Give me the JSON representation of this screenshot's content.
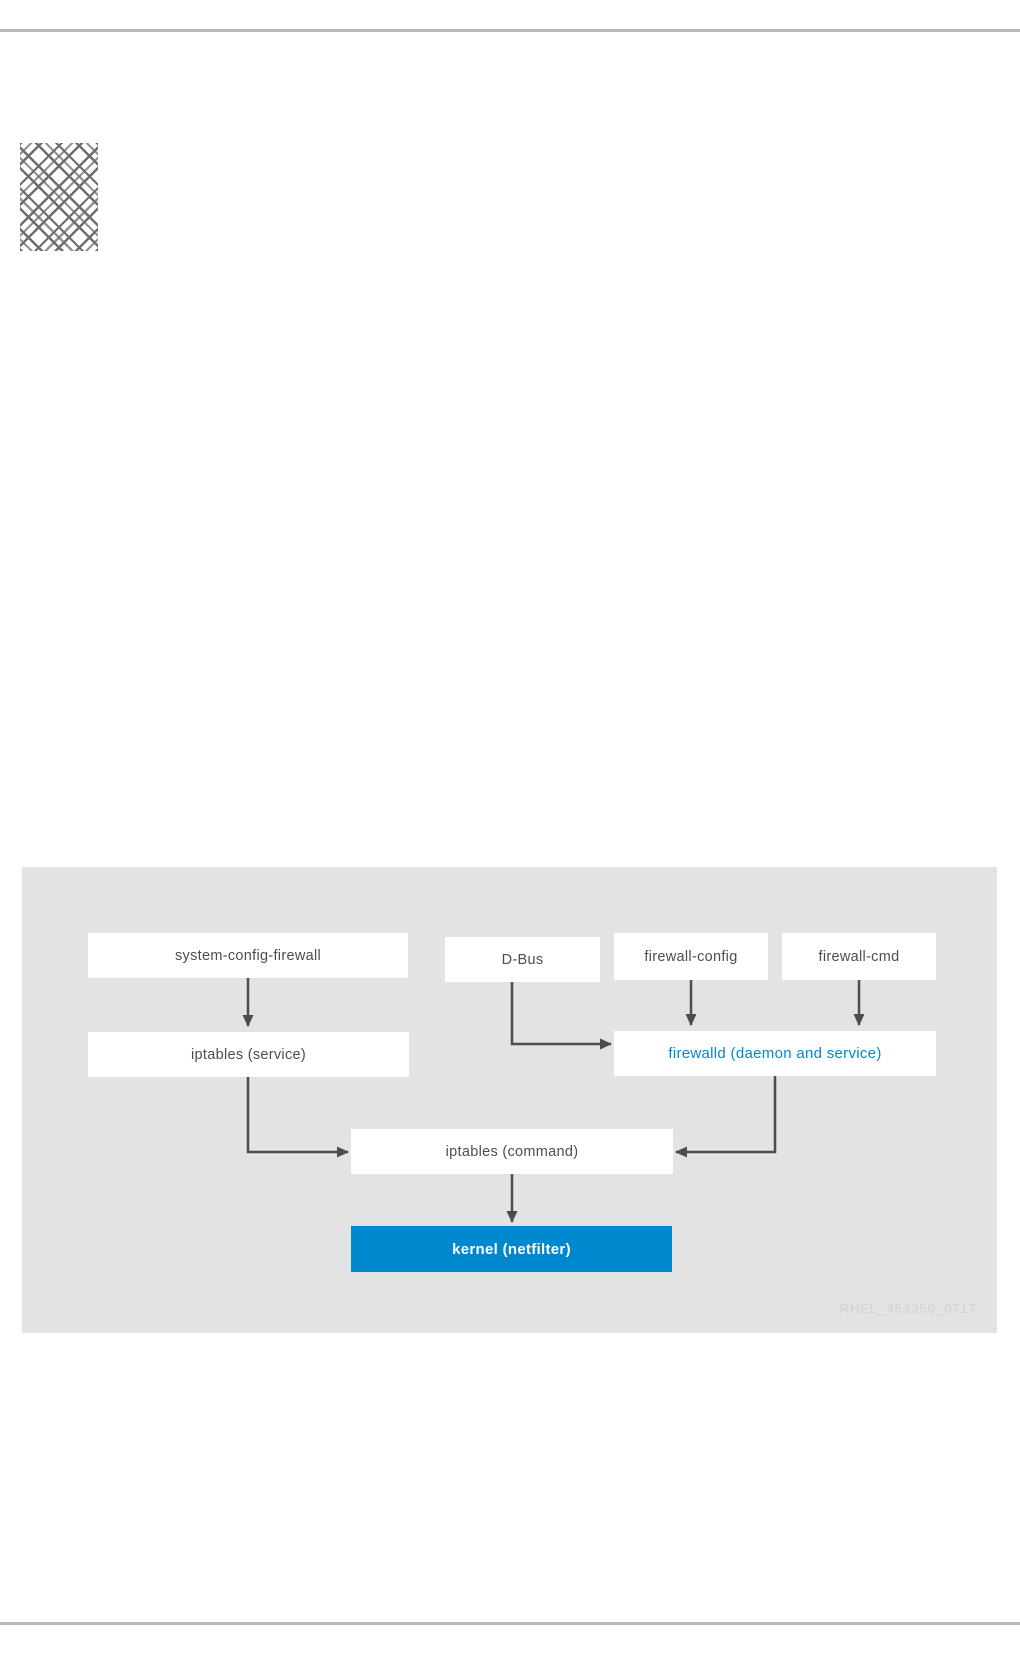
{
  "page": {
    "background": "#ffffff",
    "divider_color": "#b9b9b9"
  },
  "decoration": {
    "pattern_icon": "red-hat-lattice-pattern",
    "pattern_color": "#6e6e6e"
  },
  "diagram": {
    "background": "#e3e3e3",
    "arrow_color": "#4d4d4d",
    "accent_blue": "#0088ce",
    "node_text_color": "#4d4d4d",
    "watermark": "RHEL_453350_0717",
    "watermark_color": "#d1d1d1",
    "nodes": [
      {
        "id": "system-config-firewall",
        "label": "system-config-firewall",
        "style": "plain"
      },
      {
        "id": "dbus",
        "label": "D-Bus",
        "style": "plain"
      },
      {
        "id": "firewall-config",
        "label": "firewall-config",
        "style": "plain"
      },
      {
        "id": "firewall-cmd",
        "label": "firewall-cmd",
        "style": "plain"
      },
      {
        "id": "iptables-service",
        "label": "iptables (service)",
        "style": "plain"
      },
      {
        "id": "firewalld",
        "label": "firewalld (daemon and service)",
        "style": "blue-text"
      },
      {
        "id": "iptables-command",
        "label": "iptables (command)",
        "style": "plain"
      },
      {
        "id": "kernel",
        "label": "kernel (netfilter)",
        "style": "blue-fill"
      }
    ],
    "edges": [
      {
        "from": "system-config-firewall",
        "to": "iptables-service"
      },
      {
        "from": "dbus",
        "to": "firewalld"
      },
      {
        "from": "firewall-config",
        "to": "firewalld"
      },
      {
        "from": "firewall-cmd",
        "to": "firewalld"
      },
      {
        "from": "iptables-service",
        "to": "iptables-command"
      },
      {
        "from": "firewalld",
        "to": "iptables-command"
      },
      {
        "from": "iptables-command",
        "to": "kernel"
      }
    ]
  }
}
